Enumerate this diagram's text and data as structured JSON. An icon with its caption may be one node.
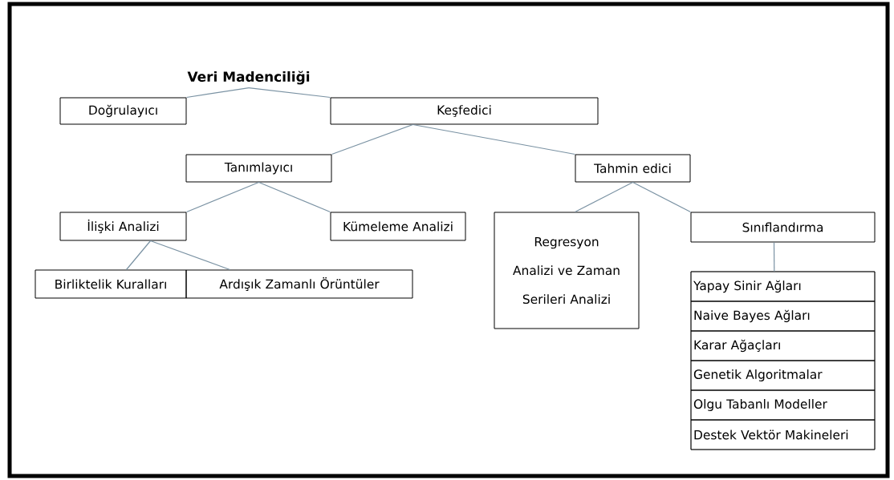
{
  "diagram": {
    "nodes": [
      {
        "text": [
          "Veri Madenciliği"
        ]
      },
      {
        "text": [
          "Doğrulayıcı"
        ]
      },
      {
        "text": [
          "Keşfedici"
        ]
      },
      {
        "text": [
          "Tanımlayıcı"
        ]
      },
      {
        "text": [
          "Tahmin edici"
        ]
      },
      {
        "text": [
          "İlişki Analizi"
        ]
      },
      {
        "text": [
          "Kümeleme Analizi"
        ]
      },
      {
        "text": [
          "Regresyon Analizi ve Zaman Serileri Analizi"
        ]
      },
      {
        "text": [
          "Sınıflandırma"
        ]
      },
      {
        "text": [
          "Birliktelik Kuralları"
        ]
      },
      {
        "text": [
          "Ardışık Zamanlı Örüntüler"
        ]
      },
      {
        "text": [],
        "shape": "box"
      },
      {
        "text": [
          "Yapay Sinir Ağları"
        ],
        "in": 11
      },
      {
        "text": [
          "Naive Bayes Ağları"
        ],
        "in": 11
      },
      {
        "text": [
          "Karar Ağaçları"
        ],
        "in": 11
      },
      {
        "text": [
          "Genetik Algoritmalar"
        ],
        "in": 11
      },
      {
        "text": [
          "Olgu Tabanlı Modeller"
        ],
        "in": 11
      },
      {
        "text": [
          "Destek Vektör Makineleri"
        ],
        "in": 11
      }
    ],
    "edges": [
      {
        "from": 0,
        "to": 1,
        "arrow": "none"
      },
      {
        "from": 0,
        "to": 2,
        "arrow": "none"
      },
      {
        "from": 2,
        "to": 3,
        "arrow": "none"
      },
      {
        "from": 2,
        "to": 4,
        "arrow": "none"
      },
      {
        "from": 3,
        "to": 5,
        "arrow": "none"
      },
      {
        "from": 3,
        "to": 6,
        "arrow": "none"
      },
      {
        "from": 4,
        "to": 7,
        "arrow": "none"
      },
      {
        "from": 4,
        "to": 8,
        "arrow": "none"
      },
      {
        "from": 5,
        "to": 9,
        "arrow": "none"
      },
      {
        "from": 5,
        "to": 10,
        "arrow": "none"
      },
      {
        "from": 8,
        "to": 11,
        "arrow": "none"
      }
    ]
  }
}
